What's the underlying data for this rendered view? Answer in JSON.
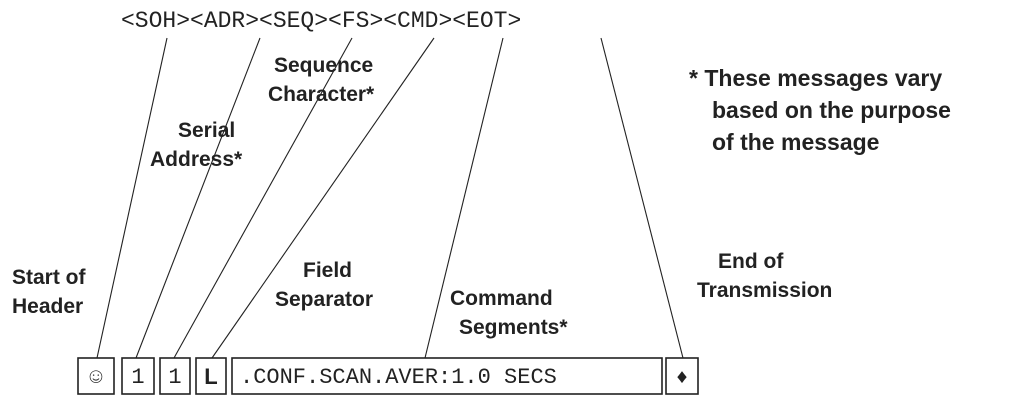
{
  "frame_header": "<SOH><ADR><SEQ><FS><CMD><EOT>",
  "labels": {
    "soh": [
      "Start of",
      "Header"
    ],
    "adr": [
      "Serial",
      "Address*"
    ],
    "seq": [
      "Sequence",
      "Character*"
    ],
    "fs": [
      "Field",
      "Separator"
    ],
    "cmd": [
      "Command",
      "Segments*"
    ],
    "eot": [
      "End of",
      "Transmission"
    ]
  },
  "note": [
    "* These messages vary",
    "based on the purpose",
    "of the message"
  ],
  "example_fields": {
    "soh": "☺",
    "adr": "1",
    "seq": "1",
    "fs": "L",
    "cmd": ".CONF.SCAN.AVER:1.0 SECS",
    "eot": "♦"
  }
}
